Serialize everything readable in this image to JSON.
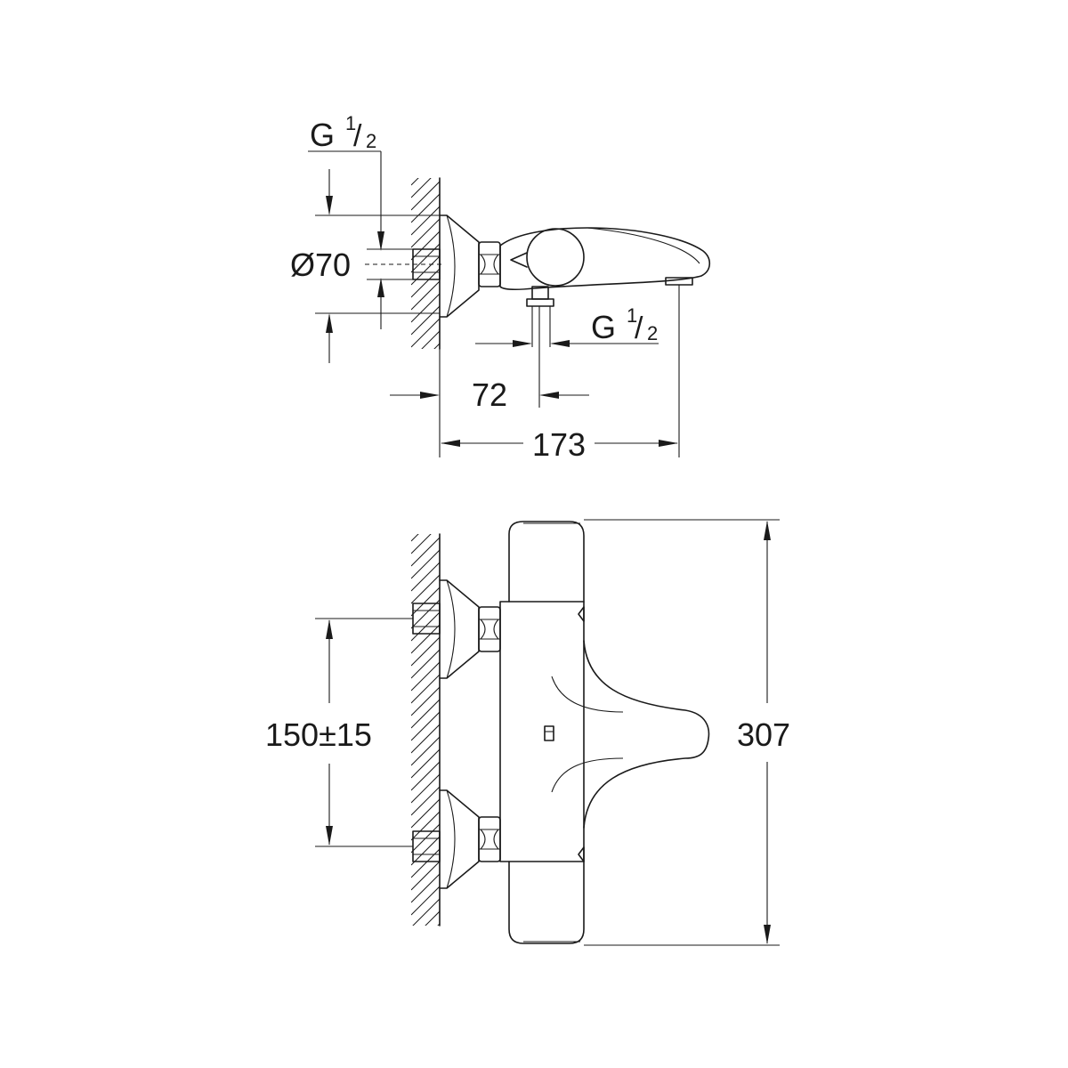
{
  "drawing": {
    "side_view": {
      "thread_top": {
        "main": "G",
        "num": "1",
        "slash": "/",
        "den": "2"
      },
      "diameter": "Ø70",
      "thread_outlet": {
        "main": "G",
        "num": "1",
        "slash": "/",
        "den": "2"
      },
      "dim_outlet": "72",
      "dim_depth": "173"
    },
    "front_view": {
      "dim_centers": "150±15",
      "dim_height": "307"
    }
  }
}
